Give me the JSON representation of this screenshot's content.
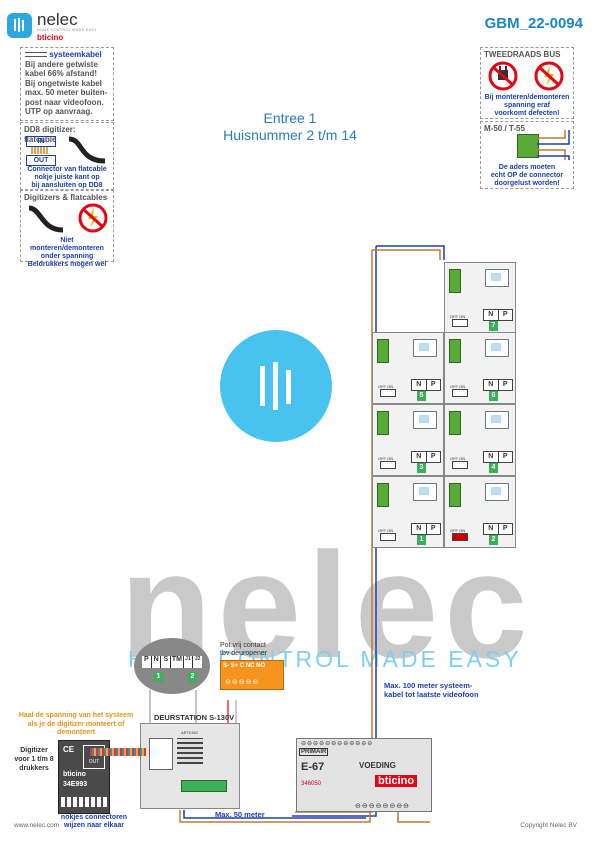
{
  "header": {
    "logo_text": "nelec",
    "logo_tagline": "HOME CONTROL MADE EASY",
    "logo_brand": "bticino",
    "doc_number": "GBM_22-0094"
  },
  "entrance": {
    "line1": "Entree 1",
    "line2": "Huisnummer 2 t/m 14"
  },
  "notes": {
    "system_cable": {
      "title": "systeemkabel",
      "lines": [
        "Bij andere getwiste",
        "kabel 66% afstand!",
        "Bij ongetwiste kabel",
        "max. 50 meter buiten-",
        "post naar videofoon.",
        "UTP op aanvraag."
      ]
    },
    "dd8": {
      "title": "DD8 digitizer: flatcable",
      "in_label": "IN",
      "out_label": "OUT",
      "lines": [
        "Connector van flatcable",
        "nokje juiste kant op",
        "bij aansluiten op DD8"
      ]
    },
    "digitizers": {
      "title": "Digitizers & flatcables",
      "lines": [
        "Niet monteren/demonteren",
        "onder spanning",
        "Beldrukkers mogen wel"
      ]
    },
    "two_wire": {
      "title": "TWEEDRAADS BUS",
      "lines": [
        "Bij monteren/demonteren",
        "spanning eraf",
        "voorkomt defecten!"
      ]
    },
    "m50": {
      "title": "M-50 / T-55",
      "lines": [
        "De aders moeten",
        "echt OP de connector",
        "doorgelust worden!"
      ]
    }
  },
  "phones": [
    {
      "n_label": "N",
      "p_label": "P",
      "number": "7",
      "switch_label": "OFF ON"
    },
    {
      "n_label": "N",
      "p_label": "P",
      "number": "5",
      "switch_label": "OFF ON"
    },
    {
      "n_label": "N",
      "p_label": "P",
      "number": "6",
      "switch_label": "OFF ON"
    },
    {
      "n_label": "N",
      "p_label": "P",
      "number": "3",
      "switch_label": "OFF ON"
    },
    {
      "n_label": "N",
      "p_label": "P",
      "number": "4",
      "switch_label": "OFF ON"
    },
    {
      "n_label": "N",
      "p_label": "P",
      "number": "1",
      "switch_label": "OFF ON"
    },
    {
      "n_label": "N",
      "p_label": "P",
      "number": "2",
      "switch_label": "OFF ON"
    }
  ],
  "door_station": {
    "title": "DEURSTATION S-130V",
    "pot_free_line1": "Pot.vrij contact",
    "pot_free_line2": "tbv deuropener",
    "relay_terms": "S-  S+ C NC NO",
    "zoom_terms": [
      "P",
      "N",
      "S",
      "TM",
      "J1",
      "J2"
    ],
    "zoom_badge_1": "1",
    "zoom_badge_2": "2",
    "warning": "Haal de spanning van het systeem als je de digitizer monteert of demonteert",
    "digitizer_label": "Digitizer voor 1 t/m 8 drukkers",
    "digitizer_code": "34E993",
    "notch_note": "nokjes connectoren wijzen naar elkaar",
    "module_code": "AR70150"
  },
  "power_supply": {
    "primair": "PRIMAIR",
    "model": "E-67",
    "voeding": "VOEDING",
    "code": "346050",
    "brand": "bticino"
  },
  "cables": {
    "max100_line1": "Max. 100 meter systeem-",
    "max100_line2": "kabel tot laatste videofoon",
    "max50": "Max. 50 meter"
  },
  "footer": {
    "left": "www.nelec.com",
    "right": "Copyright Nelec BV"
  },
  "watermark": {
    "word": "nelec",
    "tagline": "HOME CONTROL MADE EASY"
  },
  "colors": {
    "brand_blue": "#1a86c9",
    "accent_orange": "#f7941d",
    "bticino_red": "#e30613",
    "warning_orange": "#e8911a",
    "watermark_cyan": "#7fd0f0"
  }
}
